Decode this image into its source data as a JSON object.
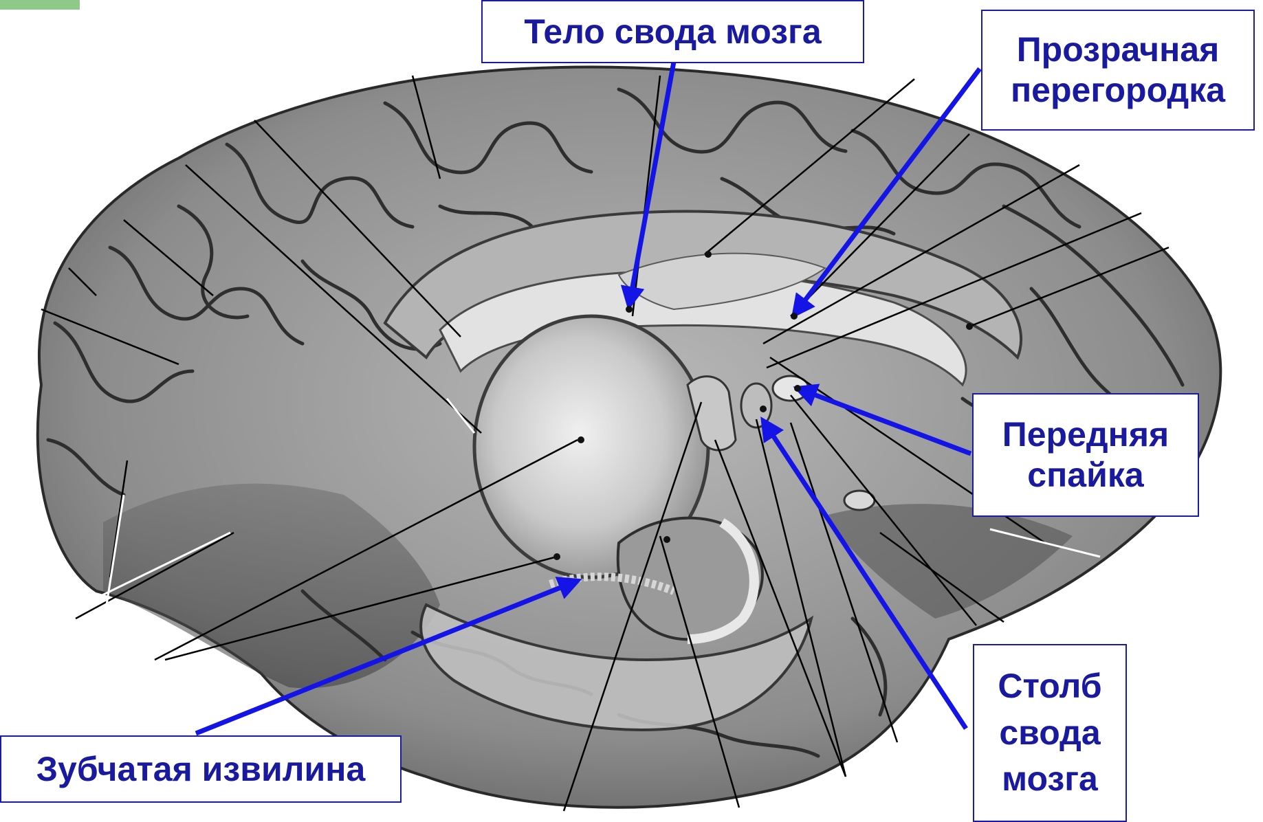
{
  "labels": {
    "body_of_fornix": "Тело свода мозга",
    "septum_pellucidum": [
      "Прозрачная",
      "перегородка"
    ],
    "anterior_commissure": [
      "Передняя",
      "спайка"
    ],
    "column_of_fornix": [
      "Столб",
      "свода",
      "мозга"
    ],
    "dentate_gyrus": "Зубчатая извилина"
  },
  "colors": {
    "label_text": "#1a1a9e",
    "label_border": "#1a1aa8",
    "arrow": "#1414e6",
    "leader_line": "#000000",
    "tab": "#8fc98a"
  }
}
